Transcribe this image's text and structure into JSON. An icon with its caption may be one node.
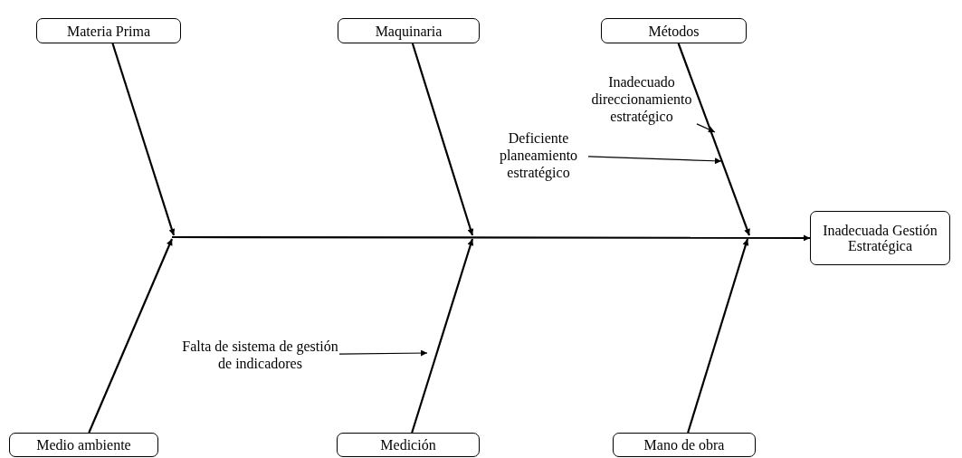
{
  "diagram": {
    "nodes": [
      {
        "text": [
          "Materia Prima"
        ]
      },
      {
        "text": [
          "Maquinaria"
        ]
      },
      {
        "text": [
          "Métodos"
        ]
      },
      {
        "text": [
          "Inadecuada Gestión Estratégica"
        ]
      },
      {
        "text": [
          "Inadecuado direccionamiento estratégico"
        ]
      },
      {
        "text": [
          "Deficiente planeamiento estratégico"
        ]
      },
      {
        "text": [
          "Falta de sistema de gestión de indicadores"
        ]
      },
      {
        "text": [
          "Medio ambiente"
        ]
      },
      {
        "text": [
          "Medición"
        ]
      },
      {
        "text": [
          "Mano de obra"
        ]
      }
    ],
    "edges": [
      {
        "from": null,
        "to": 3,
        "arrow": "to"
      },
      {
        "from": 0,
        "to": null,
        "arrow": "to"
      },
      {
        "from": 1,
        "to": null,
        "arrow": "to"
      },
      {
        "from": 2,
        "to": null,
        "arrow": "to"
      },
      {
        "from": 7,
        "to": null,
        "arrow": "to"
      },
      {
        "from": 8,
        "to": null,
        "arrow": "to"
      },
      {
        "from": 9,
        "to": null,
        "arrow": "to"
      },
      {
        "from": 4,
        "to": null,
        "arrow": "to"
      },
      {
        "from": 5,
        "to": null,
        "arrow": "to"
      },
      {
        "from": 6,
        "to": null,
        "arrow": "to"
      }
    ]
  }
}
